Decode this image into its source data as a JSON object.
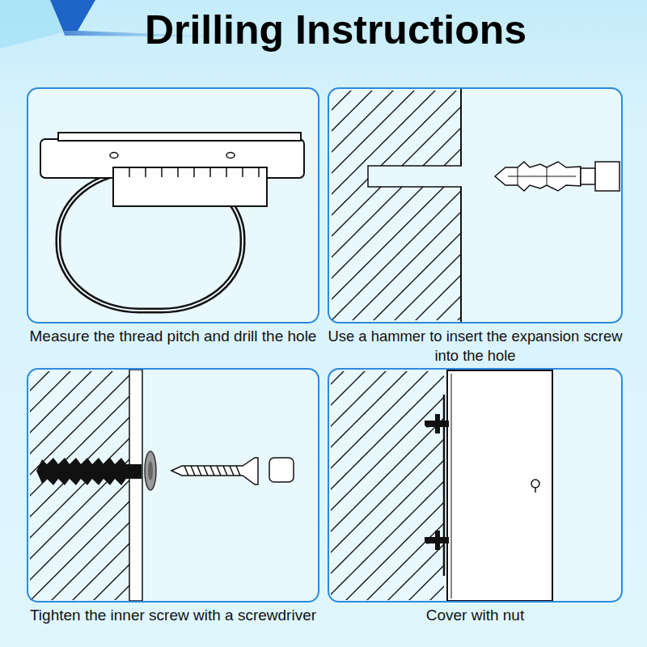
{
  "diagram": {
    "title": "Drilling Instructions",
    "nodes": [
      {
        "text": [
          "Measure the thread pitch and drill the hole"
        ]
      },
      {
        "text": [
          "Use a hammer to insert the expansion screw into the hole"
        ]
      },
      {
        "text": [
          "Tighten the inner screw with a screwdriver"
        ]
      },
      {
        "text": [
          "Cover with nut"
        ]
      }
    ],
    "edges": []
  }
}
